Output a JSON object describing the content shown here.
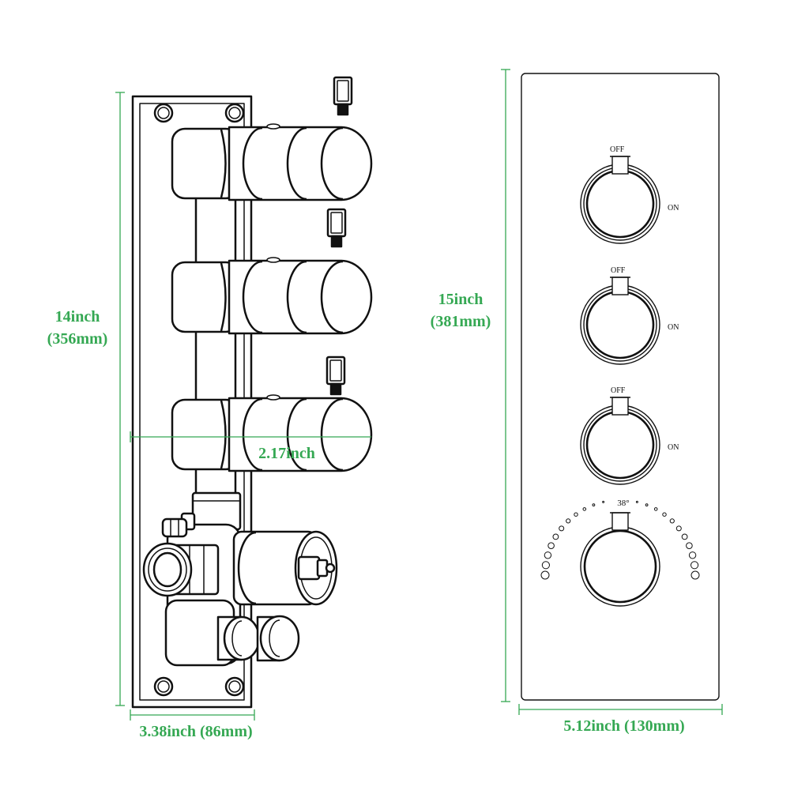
{
  "dimensions": {
    "valve_height": {
      "imperial": "14inch",
      "metric": "(356mm)"
    },
    "valve_depth": {
      "label": "2.17inch"
    },
    "valve_width": {
      "label": "3.38inch (86mm)"
    },
    "panel_height": {
      "imperial": "15inch",
      "metric": "(381mm)"
    },
    "panel_width": {
      "label": "5.12inch (130mm)"
    }
  },
  "panel": {
    "controls": [
      {
        "off_label": "OFF",
        "on_label": "ON"
      },
      {
        "off_label": "OFF",
        "on_label": "ON"
      },
      {
        "off_label": "OFF",
        "on_label": "ON"
      }
    ],
    "thermostat": {
      "temp_label": "38°"
    }
  },
  "colors": {
    "dimension": "#35a853",
    "outline": "#111111"
  }
}
